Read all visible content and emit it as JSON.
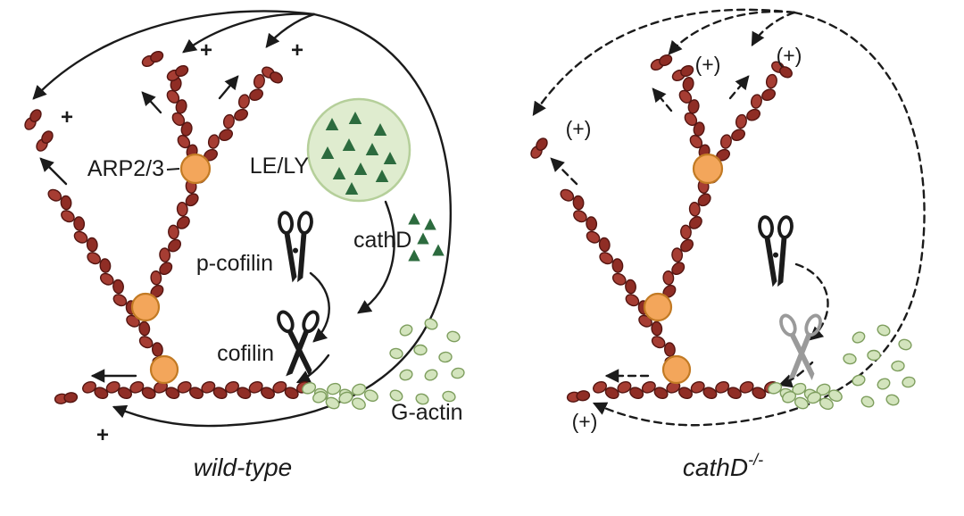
{
  "colors": {
    "ink": "#1b1b1b",
    "arrow": "#1b1b1b",
    "actin": "#a63d33",
    "actin_dark": "#8f2d25",
    "actin_border": "#541511",
    "gactin": "#d3e4bd",
    "gactin_border": "#7e9e5e",
    "arp": "#f3a65b",
    "arp_border": "#c27a24",
    "lely_fill": "#dfeccf",
    "lely_border": "#b5cf9a",
    "triangle": "#2c6b3e",
    "scissors_active": "#1b1b1b",
    "scissors_inactive": "#9a9a9a"
  },
  "left": {
    "arp23": "ARP2/3",
    "lely": "LE/LY",
    "p_cofilin": "p-cofilin",
    "cathd": "cathD",
    "cofilin": "cofilin",
    "g_actin": "G-actin",
    "plus": "+",
    "title": "wild-type"
  },
  "right": {
    "plus": "(+)",
    "title_base": "cathD",
    "title_sup": "-/-"
  }
}
